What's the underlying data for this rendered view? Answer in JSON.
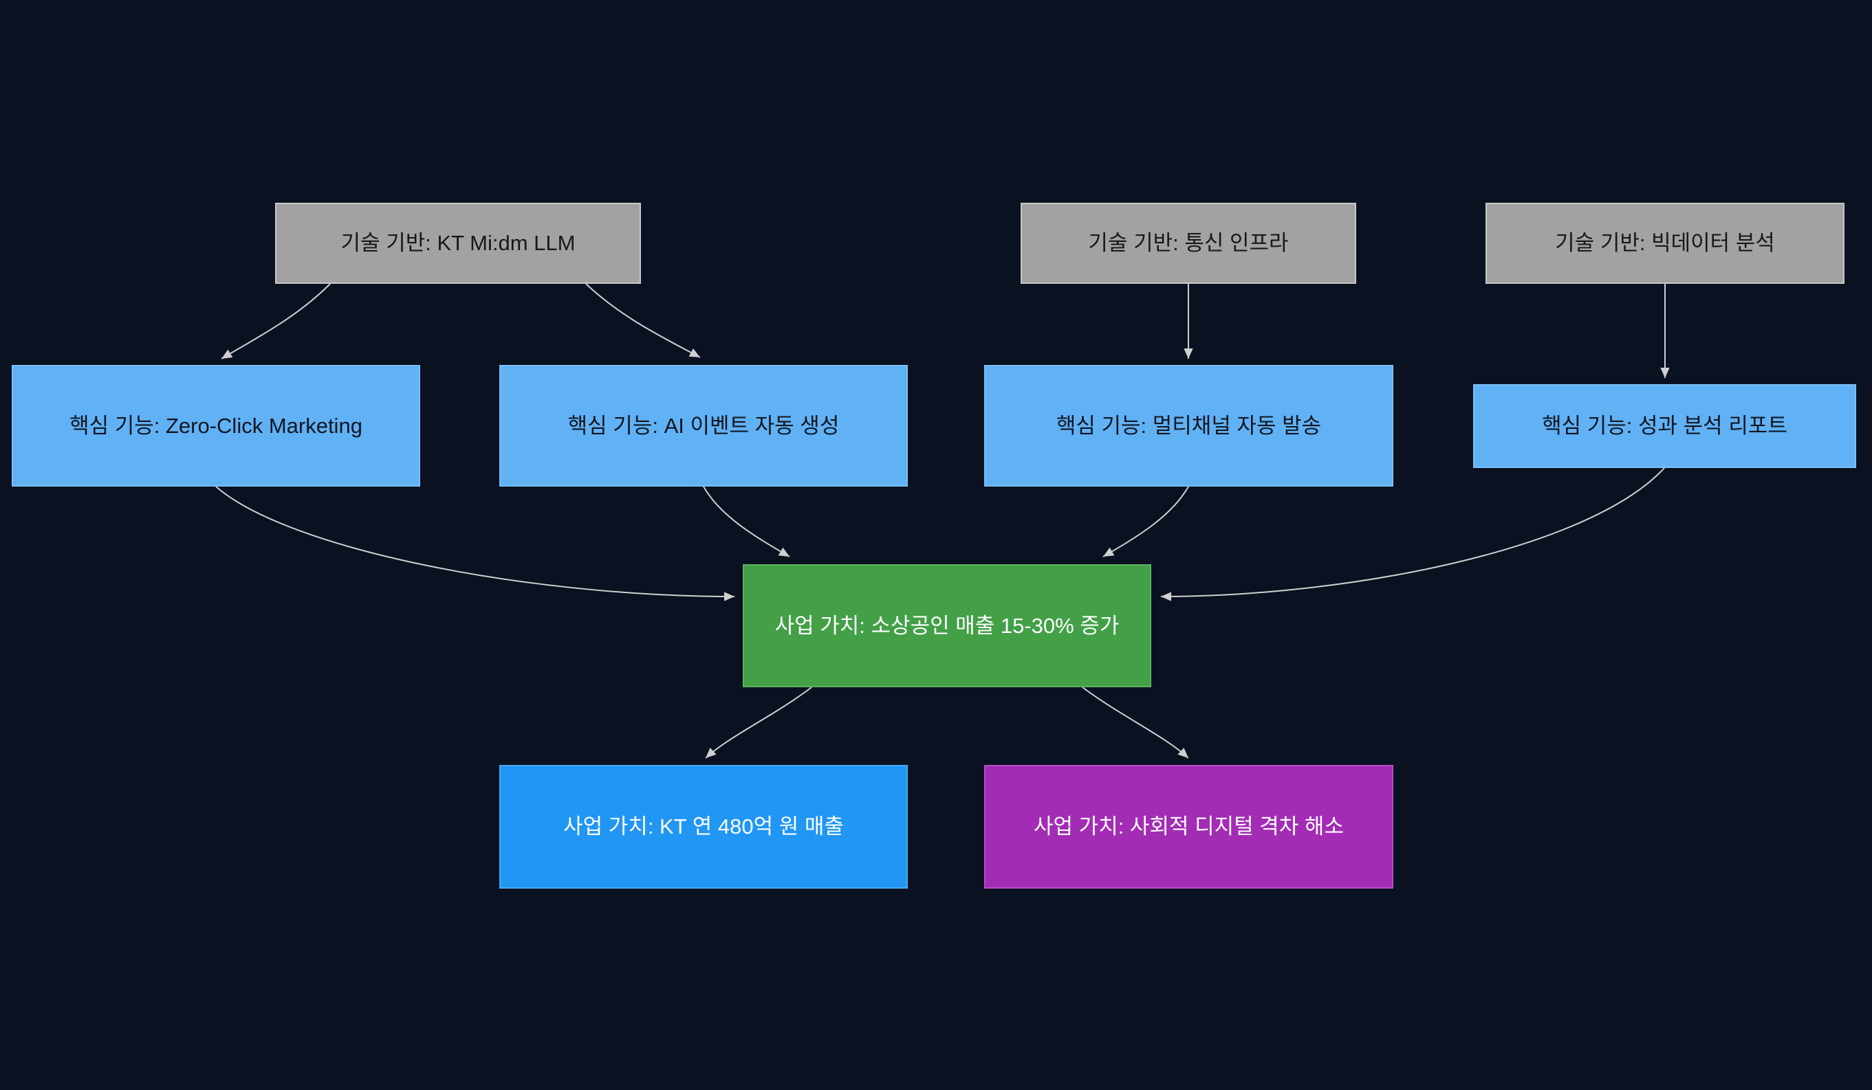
{
  "diagram": {
    "type": "flowchart",
    "direction": "top-down",
    "background_color": "#0a1120",
    "edge_color": "#d0d0d0",
    "nodes": [
      {
        "id": "tech-llm",
        "label": "기술 기반: KT Mi:dm LLM",
        "group": "tech",
        "fill": "#a2a2a2",
        "border": "#c8c8c8",
        "text_color": "#17181c"
      },
      {
        "id": "tech-telecom",
        "label": "기술 기반: 통신 인프라",
        "group": "tech",
        "fill": "#a2a2a2",
        "border": "#c8c8c8",
        "text_color": "#17181c"
      },
      {
        "id": "tech-bigdata",
        "label": "기술 기반: 빅데이터 분석",
        "group": "tech",
        "fill": "#a2a2a2",
        "border": "#c8c8c8",
        "text_color": "#17181c"
      },
      {
        "id": "feature-zeroclick",
        "label": "핵심 기능: Zero-Click Marketing",
        "group": "feature",
        "fill": "#61b1f5",
        "border": "#7cc0f8",
        "text_color": "#10161f"
      },
      {
        "id": "feature-aievent",
        "label": "핵심 기능: AI 이벤트 자동 생성",
        "group": "feature",
        "fill": "#61b1f5",
        "border": "#7cc0f8",
        "text_color": "#10161f"
      },
      {
        "id": "feature-multich",
        "label": "핵심 기능: 멀티채널 자동 발송",
        "group": "feature",
        "fill": "#61b1f5",
        "border": "#7cc0f8",
        "text_color": "#10161f"
      },
      {
        "id": "feature-report",
        "label": "핵심 기능: 성과 분석 리포트",
        "group": "feature",
        "fill": "#61b1f5",
        "border": "#7cc0f8",
        "text_color": "#10161f"
      },
      {
        "id": "value-sales",
        "label": "사업 가치: 소상공인 매출 15-30% 증가",
        "group": "value-green",
        "fill": "#43a047",
        "border": "#5cb560",
        "text_color": "#ffffff"
      },
      {
        "id": "value-revenue",
        "label": "사업 가치: KT 연 480억 원 매출",
        "group": "value-blue",
        "fill": "#2196f3",
        "border": "#4aa9f6",
        "text_color": "#ffffff"
      },
      {
        "id": "value-divide",
        "label": "사업 가치: 사회적 디지털 격차 해소",
        "group": "value-purple",
        "fill": "#a32cb5",
        "border": "#b84fc8",
        "text_color": "#ffffff"
      }
    ],
    "edges": [
      {
        "from": "tech-llm",
        "to": "feature-zeroclick"
      },
      {
        "from": "tech-llm",
        "to": "feature-aievent"
      },
      {
        "from": "tech-telecom",
        "to": "feature-multich"
      },
      {
        "from": "tech-bigdata",
        "to": "feature-report"
      },
      {
        "from": "feature-zeroclick",
        "to": "value-sales"
      },
      {
        "from": "feature-aievent",
        "to": "value-sales"
      },
      {
        "from": "feature-multich",
        "to": "value-sales"
      },
      {
        "from": "feature-report",
        "to": "value-sales"
      },
      {
        "from": "value-sales",
        "to": "value-revenue"
      },
      {
        "from": "value-sales",
        "to": "value-divide"
      }
    ]
  }
}
